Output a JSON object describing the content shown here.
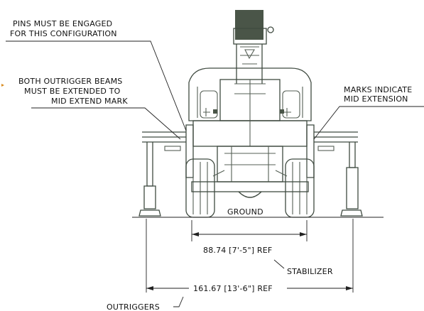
{
  "notes": {
    "pins_line1": "PINS MUST BE ENGAGED",
    "pins_line2": "FOR THIS CONFIGURATION",
    "beams_line1": "BOTH OUTRIGGER BEAMS",
    "beams_line2": "MUST BE EXTENDED TO",
    "beams_line3": "MID EXTEND MARK",
    "marks_line1": "MARKS INDICATE",
    "marks_line2": "MID EXTENSION"
  },
  "labels": {
    "ground": "GROUND",
    "stabilizer": "STABILIZER",
    "outriggers": "OUTRIGGERS"
  },
  "dimensions": {
    "stabilizer_width": "88.74 [7'-5\"] REF",
    "outrigger_width": "161.67 [13'-6\"] REF"
  },
  "colors": {
    "line": "#555f55",
    "text": "#111111",
    "accent": "#d88a1e"
  }
}
